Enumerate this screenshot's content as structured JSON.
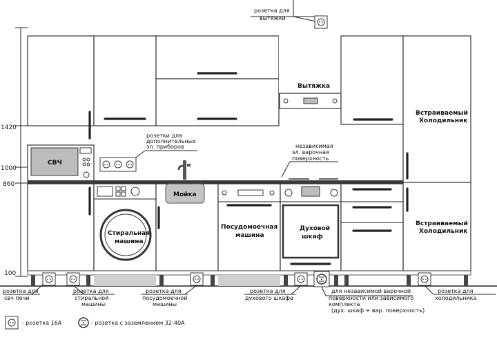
{
  "dimensions": {
    "h1420": "1420",
    "h1000": "1000",
    "h860": "860",
    "h100": "100"
  },
  "appliances": {
    "microwave": "СВЧ",
    "hood": "Вытяжка",
    "fridge_top_l1": "Встраиваемый",
    "fridge_top_l2": "Холодильник",
    "fridge_bot_l1": "Встраиваемый",
    "fridge_bot_l2": "Холодильник",
    "sink": "Мойка",
    "washer_l1": "Стиральная",
    "washer_l2": "машина",
    "dishwasher_l1": "Посудомоечная",
    "dishwasher_l2": "машина",
    "oven_l1": "Духовой",
    "oven_l2": "шкаф"
  },
  "callouts": {
    "hood_socket_l1": "розетка для",
    "hood_socket_l2": "вытяжки",
    "extra_l1": "розетки для",
    "extra_l2": "дополнительных",
    "extra_l3": "эл. приборов",
    "hob_l1": "независимая",
    "hob_l2": "эл. варочная",
    "hob_l3": "поверхность"
  },
  "bottom_labels": {
    "mw_l1": "розетка для",
    "mw_l2": "свч печи",
    "wash_l1": "розетка для",
    "wash_l2": "стиральной",
    "wash_l3": "машины",
    "dish_l1": "розетка для",
    "dish_l2": "посудомоечной",
    "dish_l3": "машины",
    "oven_l1": "розетка для",
    "oven_l2": "духового шкафа",
    "hob_l1": "для независимой варочной",
    "hob_l2": "поверхности или зависимого",
    "hob_l3": "комплекта",
    "hob_l4": "(дух. шкаф + вар. поверхность)",
    "fridge_l1": "розетка для",
    "fridge_l2": "холодильника"
  },
  "legend": {
    "socket16": "- розетка 16А",
    "socket32": "- розетка с заземлением 32-40А"
  }
}
